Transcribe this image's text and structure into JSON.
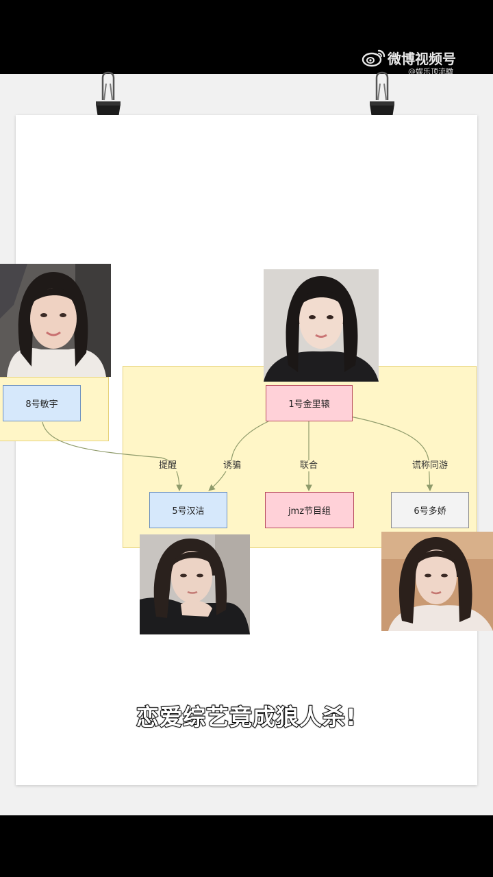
{
  "watermark": {
    "platform": "微博视频号",
    "handle": "@娱乐顶流瞰"
  },
  "diagram": {
    "nodes": {
      "minyu": "8号敏宇",
      "jinliyuan": "1号金里辕",
      "hanjie": "5号汉洁",
      "jmz": "jmz节目组",
      "duojiao": "6号多娇"
    },
    "edges": {
      "remind": "提醒",
      "lure": "诱骗",
      "ally": "联合",
      "pretend_trip": "谎称同游"
    }
  },
  "caption": "恋爱综艺竟成狼人杀!",
  "colors": {
    "group_fill": "#fff6c7",
    "blue_node": "#d6e8fb",
    "pink_node": "#ffd1d8",
    "gray_node": "#f3f3f3",
    "arrow": "#8f9b6b"
  },
  "icons": [
    "binder-clip-icon",
    "weibo-logo-icon"
  ]
}
